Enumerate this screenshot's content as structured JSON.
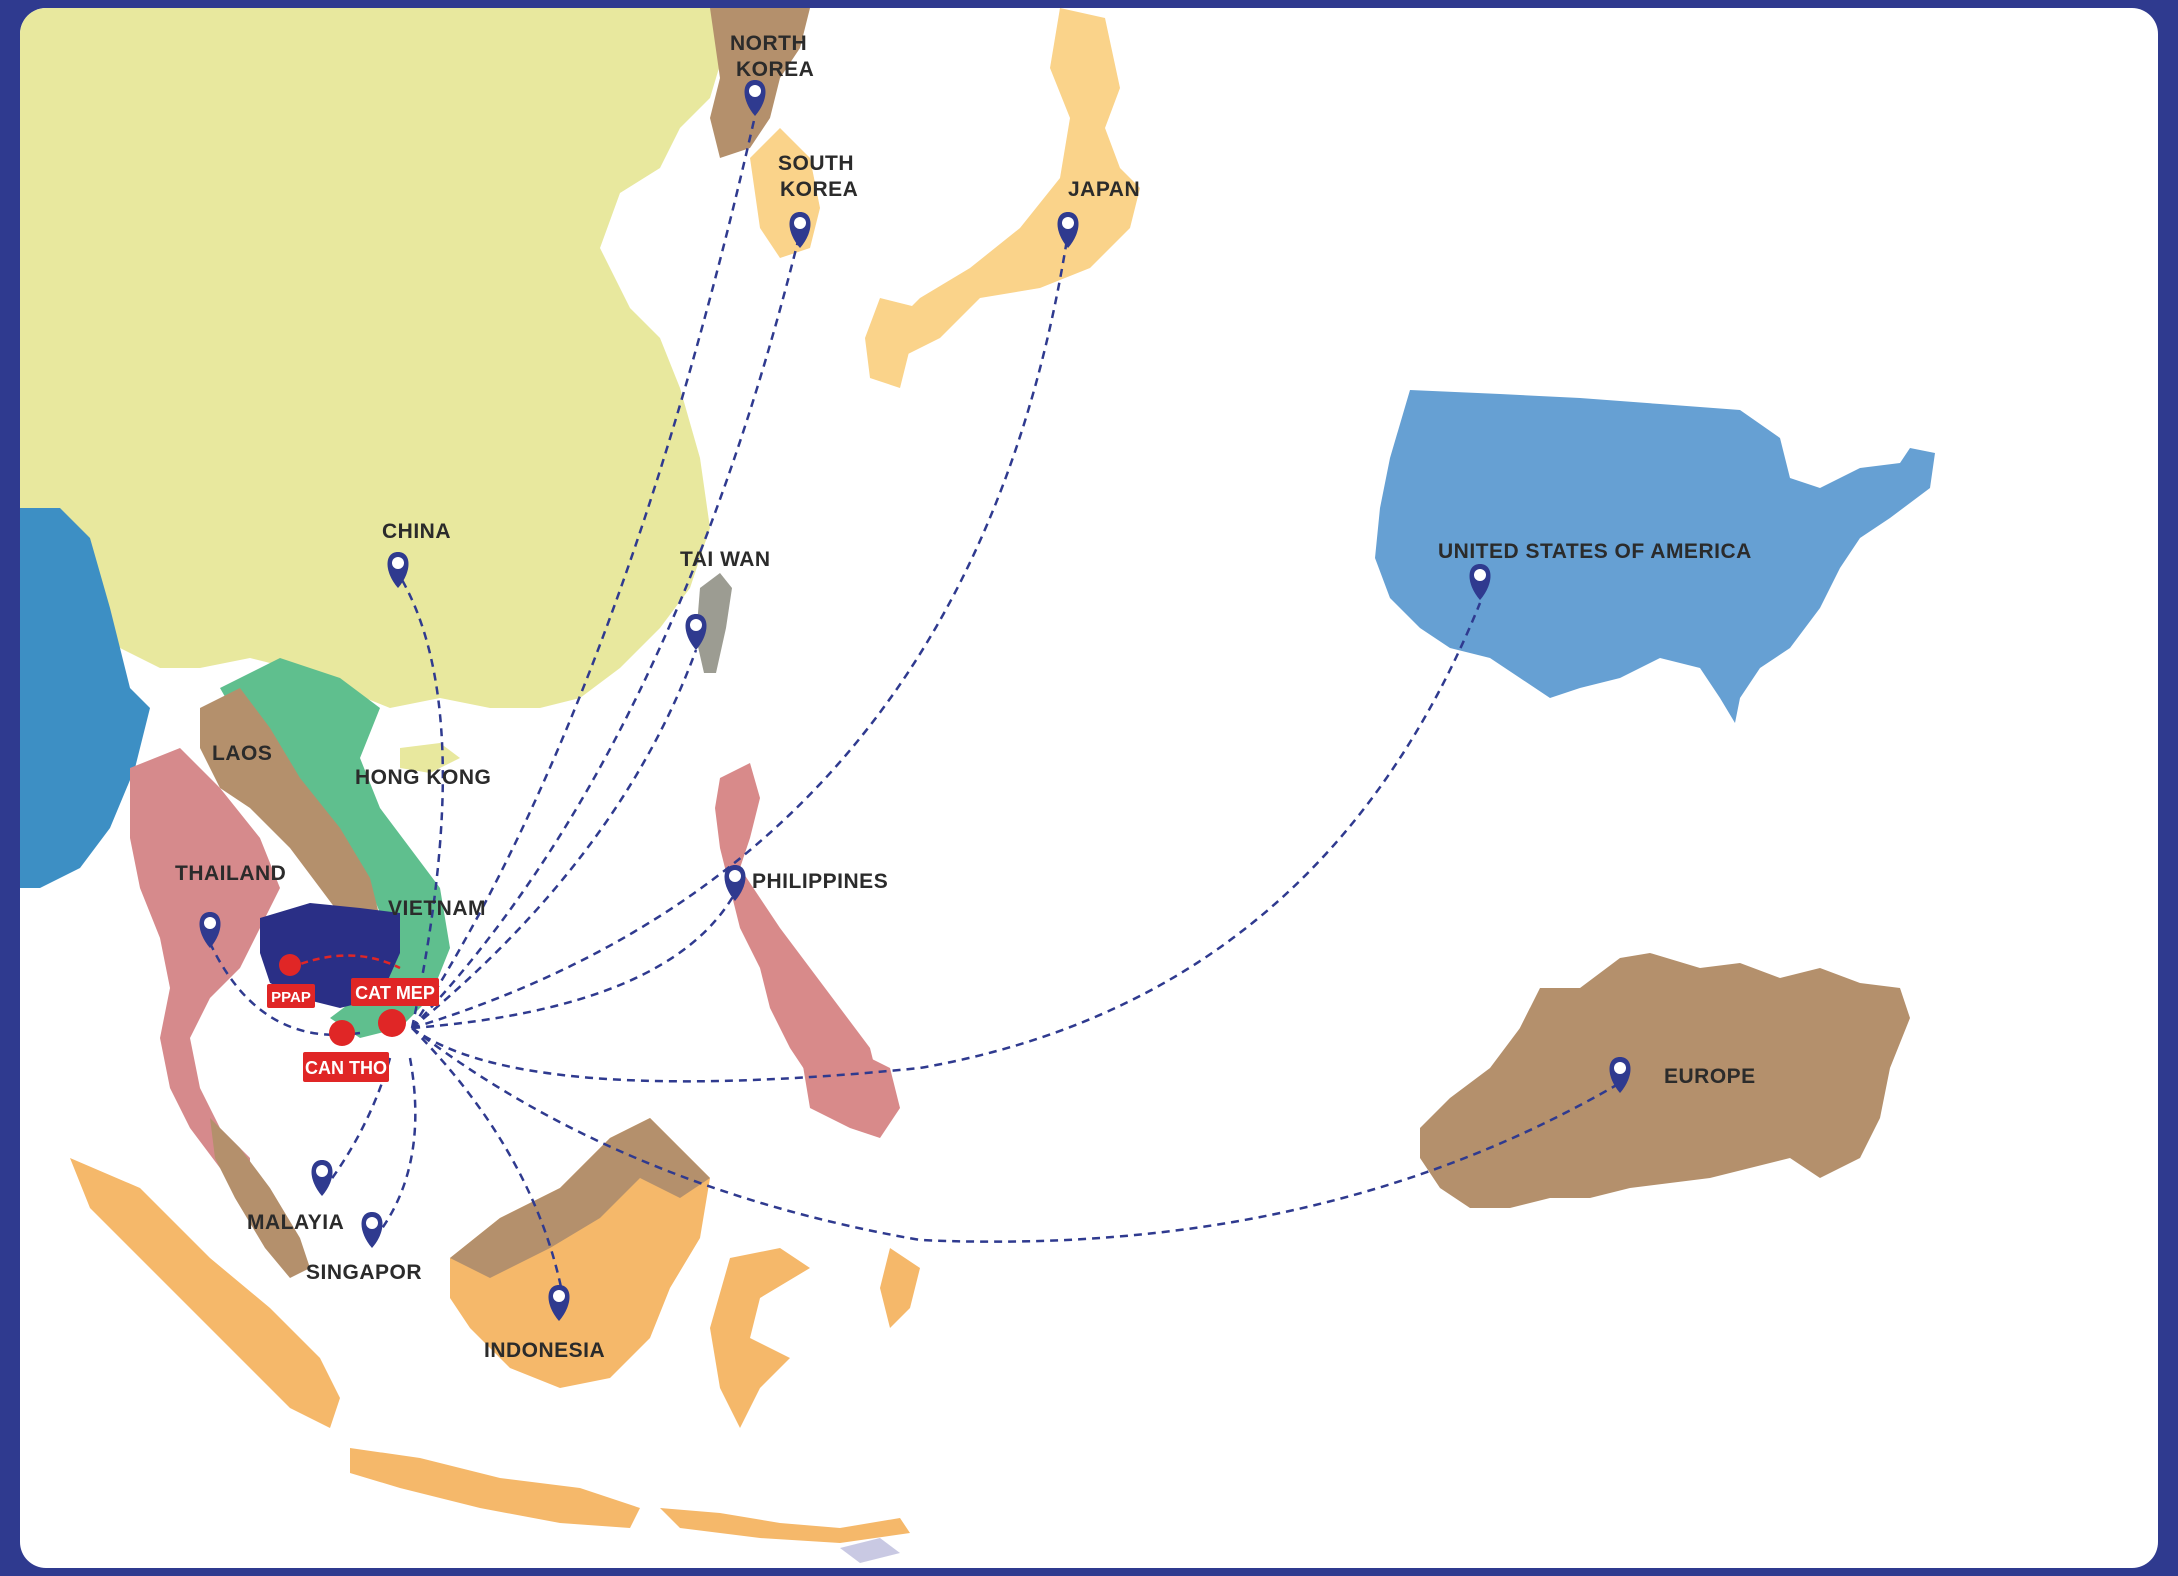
{
  "colors": {
    "frame": "#2f3a8f",
    "china": "#e8e89e",
    "japan_korea": "#fad38a",
    "usa": "#66a0d3",
    "europe": "#b4906c",
    "philippines": "#d88a8a",
    "thailand": "#d68a8c",
    "laos": "#b4906c",
    "vietnam": "#5fbf8e",
    "myanmar": "#3d8fc4",
    "cambodia": "#2a2f86",
    "indonesia": "#f5b86a",
    "route": "#2f3a8f",
    "hub": "#e02626"
  },
  "labels": {
    "north_korea_1": "NORTH",
    "north_korea_2": "KOREA",
    "south_korea_1": "SOUTH",
    "south_korea_2": "KOREA",
    "japan": "JAPAN",
    "china": "CHINA",
    "taiwan": "TAI WAN",
    "usa": "UNITED STATES OF AMERICA",
    "laos": "LAOS",
    "hong_kong": "HONG KONG",
    "thailand": "THAILAND",
    "vietnam": "VIETNAM",
    "philippines": "PHILIPPINES",
    "europe": "EUROPE",
    "malaysia": "MALAYIA",
    "singapore": "SINGAPOR",
    "indonesia": "INDONESIA"
  },
  "hubs": {
    "ppap": "PPAP",
    "cat_mep": "CAT MEP",
    "can_tho": "CAN THO"
  },
  "icons": {
    "marker": "map-pin-icon",
    "hub": "hub-dot-icon"
  }
}
